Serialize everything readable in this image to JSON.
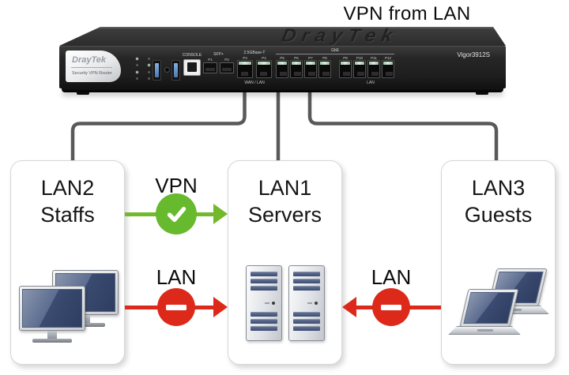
{
  "title": "VPN from LAN",
  "router": {
    "top_brand": "DrayTek",
    "badge_brand": "DrayTek",
    "badge_subtitle": "Security VPN Router",
    "model": "Vigor3912S",
    "console_label": "CONSOLE",
    "sfp_group_label": "SFP+",
    "sfp_ports": [
      "P1",
      "P2"
    ],
    "wan_group_label": "2.5GBase-T",
    "wan_group_sublabel": "WAN / LAN",
    "wan_ports": [
      "P3",
      "P4"
    ],
    "gbe_group_label": "GbE",
    "gbe_ports_a": [
      "P5",
      "P6",
      "P7",
      "P8"
    ],
    "gbe_ports_b": [
      "P9",
      "P10",
      "P11",
      "P12"
    ],
    "lan_group_sublabel": "LAN"
  },
  "nodes": [
    {
      "name": "LAN2",
      "role": "Staffs",
      "device": "desktop-computers"
    },
    {
      "name": "LAN1",
      "role": "Servers",
      "device": "tower-servers"
    },
    {
      "name": "LAN3",
      "role": "Guests",
      "device": "laptops"
    }
  ],
  "connections": [
    {
      "label": "VPN",
      "from": "LAN2 Staffs",
      "to": "LAN1 Servers",
      "status": "allowed",
      "icon": "green-check"
    },
    {
      "label": "LAN",
      "from": "LAN2 Staffs",
      "to": "LAN1 Servers",
      "status": "blocked",
      "icon": "red-no-entry"
    },
    {
      "label": "LAN",
      "from": "LAN3 Guests",
      "to": "LAN1 Servers",
      "status": "blocked",
      "icon": "red-no-entry"
    }
  ],
  "colors": {
    "allowed_green": "#74b82c",
    "blocked_red": "#dc291a",
    "connector_gray": "#595959"
  }
}
